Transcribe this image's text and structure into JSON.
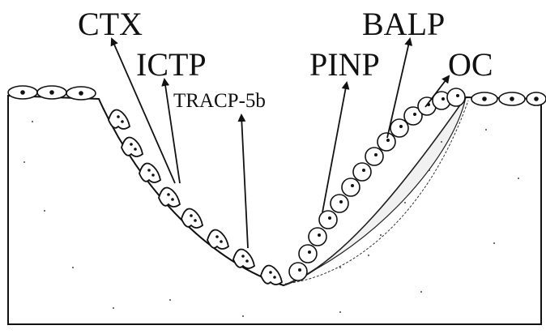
{
  "labels": {
    "ctx": "CTX",
    "ictp": "ICTP",
    "tracp": "TRACP-5b",
    "pinp": "PINP",
    "balp": "BALP",
    "oc": "OC"
  }
}
